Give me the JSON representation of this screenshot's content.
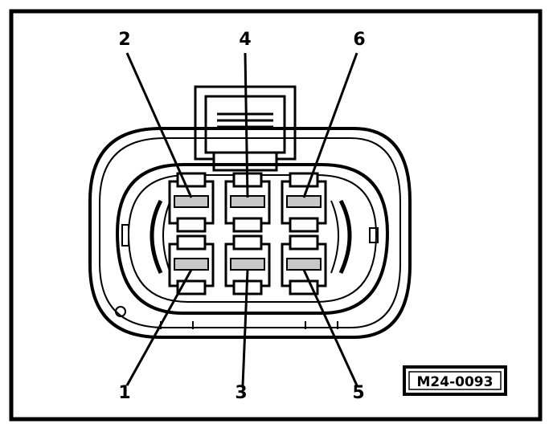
{
  "diagram": {
    "pins": [
      {
        "number": "1",
        "row": "bottom",
        "column": 1
      },
      {
        "number": "2",
        "row": "top",
        "column": 1
      },
      {
        "number": "3",
        "row": "bottom",
        "column": 2
      },
      {
        "number": "4",
        "row": "top",
        "column": 2
      },
      {
        "number": "5",
        "row": "bottom",
        "column": 3
      },
      {
        "number": "6",
        "row": "top",
        "column": 3
      }
    ],
    "reference": "M24-0093"
  },
  "colors": {
    "ink": "#000000",
    "paper": "#ffffff",
    "pin_shade": "#c8c8c8"
  }
}
